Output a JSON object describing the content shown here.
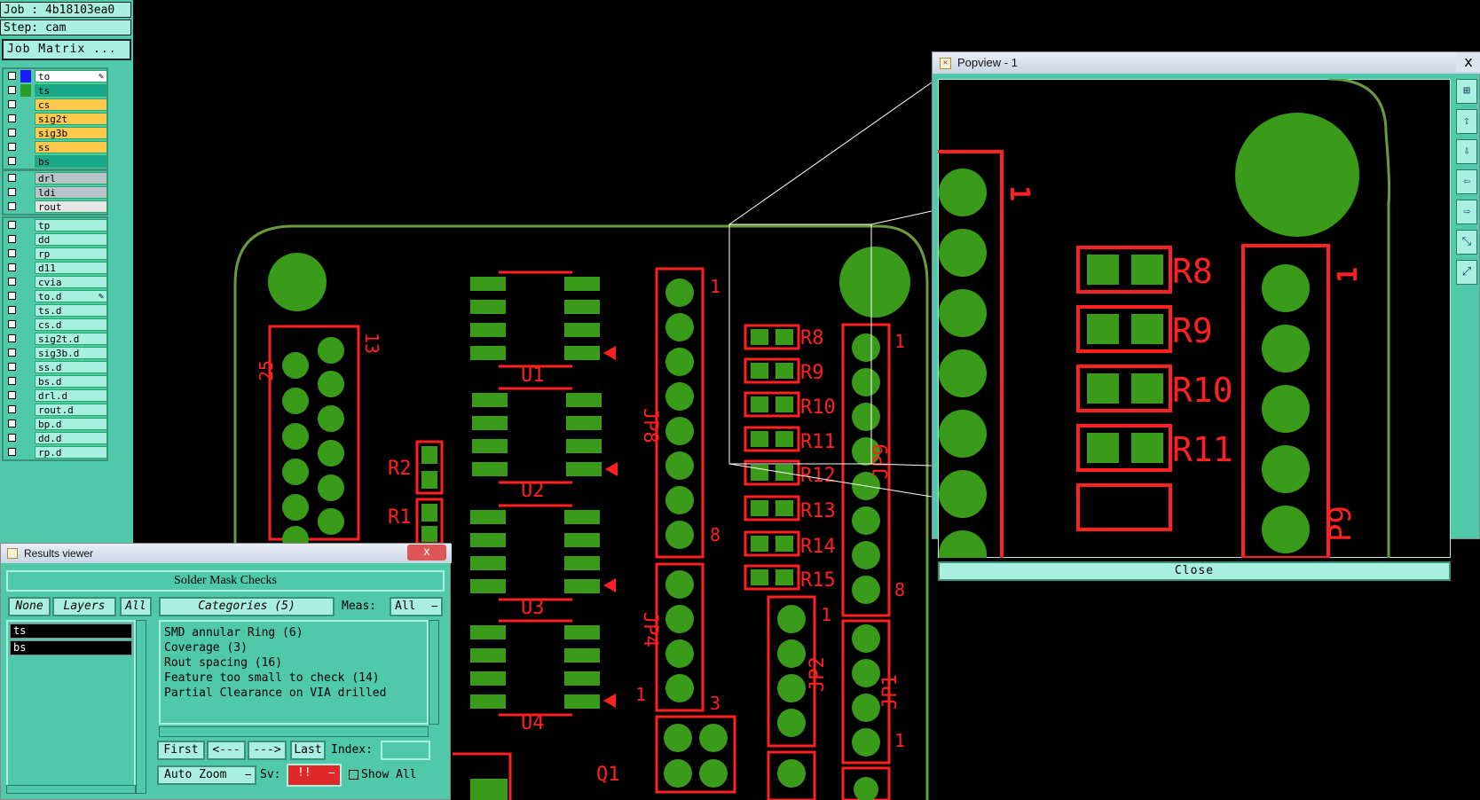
{
  "job": {
    "label": "Job : 4b18103ea0",
    "step": "Step: cam",
    "matrix_button": "Job Matrix ..."
  },
  "layers": {
    "group1": [
      {
        "name": "to",
        "color": "#ffffff",
        "mark": "#1a1aff"
      },
      {
        "name": "ts",
        "color": "#1aa88a",
        "mark": "#2a9a2a"
      },
      {
        "name": "cs",
        "color": "#ffc94d",
        "mark": ""
      },
      {
        "name": "sig2t",
        "color": "#ffc94d",
        "mark": ""
      },
      {
        "name": "sig3b",
        "color": "#ffc94d",
        "mark": ""
      },
      {
        "name": "ss",
        "color": "#ffc94d",
        "mark": ""
      },
      {
        "name": "bs",
        "color": "#1aa88a",
        "mark": ""
      }
    ],
    "group2": [
      {
        "name": "drl",
        "color": "#b8c4c9"
      },
      {
        "name": "ldi",
        "color": "#b8c4c9"
      },
      {
        "name": "rout",
        "color": "#e6e6e6"
      }
    ],
    "group3": [
      {
        "name": "tp"
      },
      {
        "name": "dd"
      },
      {
        "name": "rp"
      },
      {
        "name": "d11"
      },
      {
        "name": "cvia"
      },
      {
        "name": "to.d"
      },
      {
        "name": "ts.d"
      },
      {
        "name": "cs.d"
      },
      {
        "name": "sig2t.d"
      },
      {
        "name": "sig3b.d"
      },
      {
        "name": "ss.d"
      },
      {
        "name": "bs.d"
      },
      {
        "name": "drl.d"
      },
      {
        "name": "rout.d"
      },
      {
        "name": "bp.d"
      },
      {
        "name": "dd.d"
      },
      {
        "name": "rp.d"
      }
    ]
  },
  "board": {
    "labels": {
      "u1": "U1",
      "u2": "U2",
      "u3": "U3",
      "u4": "U4",
      "jp8": "JP8",
      "jp4": "JP4",
      "jp9": "JP9",
      "jp2": "JP2",
      "jp1": "JP1",
      "r1": "R1",
      "r2": "R2",
      "r8": "R8",
      "r9": "R9",
      "r10": "R10",
      "r11": "R11",
      "r12": "R12",
      "r13": "R13",
      "r14": "R14",
      "r15": "R15",
      "q1": "Q1",
      "p25": "25",
      "p13": "13",
      "one": "1",
      "eight": "8",
      "three": "3"
    }
  },
  "popview": {
    "title": "Popview - 1",
    "close_button": "Close",
    "close_x": "x",
    "labels": {
      "r8": "R8",
      "r9": "R9",
      "r10": "R10",
      "r11": "R11",
      "one": "1",
      "p9": "P9"
    }
  },
  "results": {
    "title": "Results viewer",
    "close_x": "x",
    "header": "Solder Mask Checks",
    "btn_none": "None",
    "btn_layers": "Layers",
    "btn_all": "All",
    "btn_categories": "Categories (5)",
    "meas_label": "Meas:",
    "meas_value": "All",
    "layer_items": [
      "ts",
      "bs"
    ],
    "categories": [
      "SMD annular Ring (6)",
      "Coverage (3)",
      "Rout spacing (16)",
      "Feature too small to check (14)",
      "Partial Clearance on VIA drilled"
    ],
    "btn_first": "First",
    "btn_prev": "<---",
    "btn_next": "--->",
    "btn_last": "Last",
    "index_label": "Index:",
    "index_value": "",
    "auto_zoom": "Auto Zoom",
    "sv_label": "Sv:",
    "sv_value": "!!",
    "show_all": "Show All"
  },
  "colors": {
    "panel": "#4fc9a9",
    "pad": "#3a9a1a",
    "outline": "#ff2020",
    "board_edge": "#6b9a3a"
  }
}
